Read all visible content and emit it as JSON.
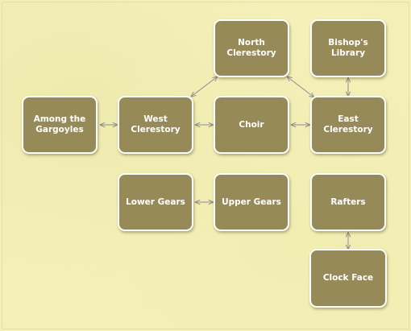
{
  "colors": {
    "node_fill": "#978a59",
    "node_border": "#ffffff",
    "edge": "#8c8c8c",
    "background": "#f3efb6"
  },
  "nodes": {
    "north_clerestory": "North\nClerestory",
    "bishops_library": "Bishop's\nLibrary",
    "among_the_gargoyles": "Among the\nGargoyles",
    "west_clerestory": "West\nClerestory",
    "choir": "Choir",
    "east_clerestory": "East\nClerestory",
    "lower_gears": "Lower Gears",
    "upper_gears": "Upper Gears",
    "rafters": "Rafters",
    "clock_face": "Clock Face"
  },
  "edges": [
    {
      "from": "among_the_gargoyles",
      "to": "west_clerestory",
      "bidirectional": true
    },
    {
      "from": "west_clerestory",
      "to": "choir",
      "bidirectional": true
    },
    {
      "from": "choir",
      "to": "east_clerestory",
      "bidirectional": true
    },
    {
      "from": "west_clerestory",
      "to": "north_clerestory",
      "bidirectional": true
    },
    {
      "from": "north_clerestory",
      "to": "east_clerestory",
      "bidirectional": true
    },
    {
      "from": "bishops_library",
      "to": "east_clerestory",
      "bidirectional": true
    },
    {
      "from": "lower_gears",
      "to": "upper_gears",
      "bidirectional": true
    },
    {
      "from": "rafters",
      "to": "clock_face",
      "bidirectional": true
    }
  ]
}
